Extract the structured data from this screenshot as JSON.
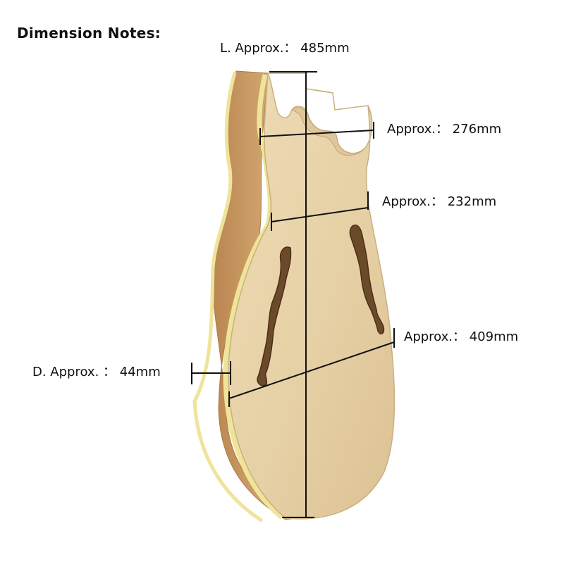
{
  "title": "Dimension Notes:",
  "labels": {
    "length": "L. Approx.： 485mm",
    "upper_width": "Approx.： 276mm",
    "waist_width": "Approx.： 232mm",
    "lower_width": "Approx.： 409mm",
    "depth": "D. Approx. ： 44mm"
  },
  "colors": {
    "background": "#ffffff",
    "text": "#111111",
    "dimension_line": "#111111",
    "wood_top": "#e7d2a8",
    "wood_side": "#c99862",
    "binding": "#efe49a"
  }
}
